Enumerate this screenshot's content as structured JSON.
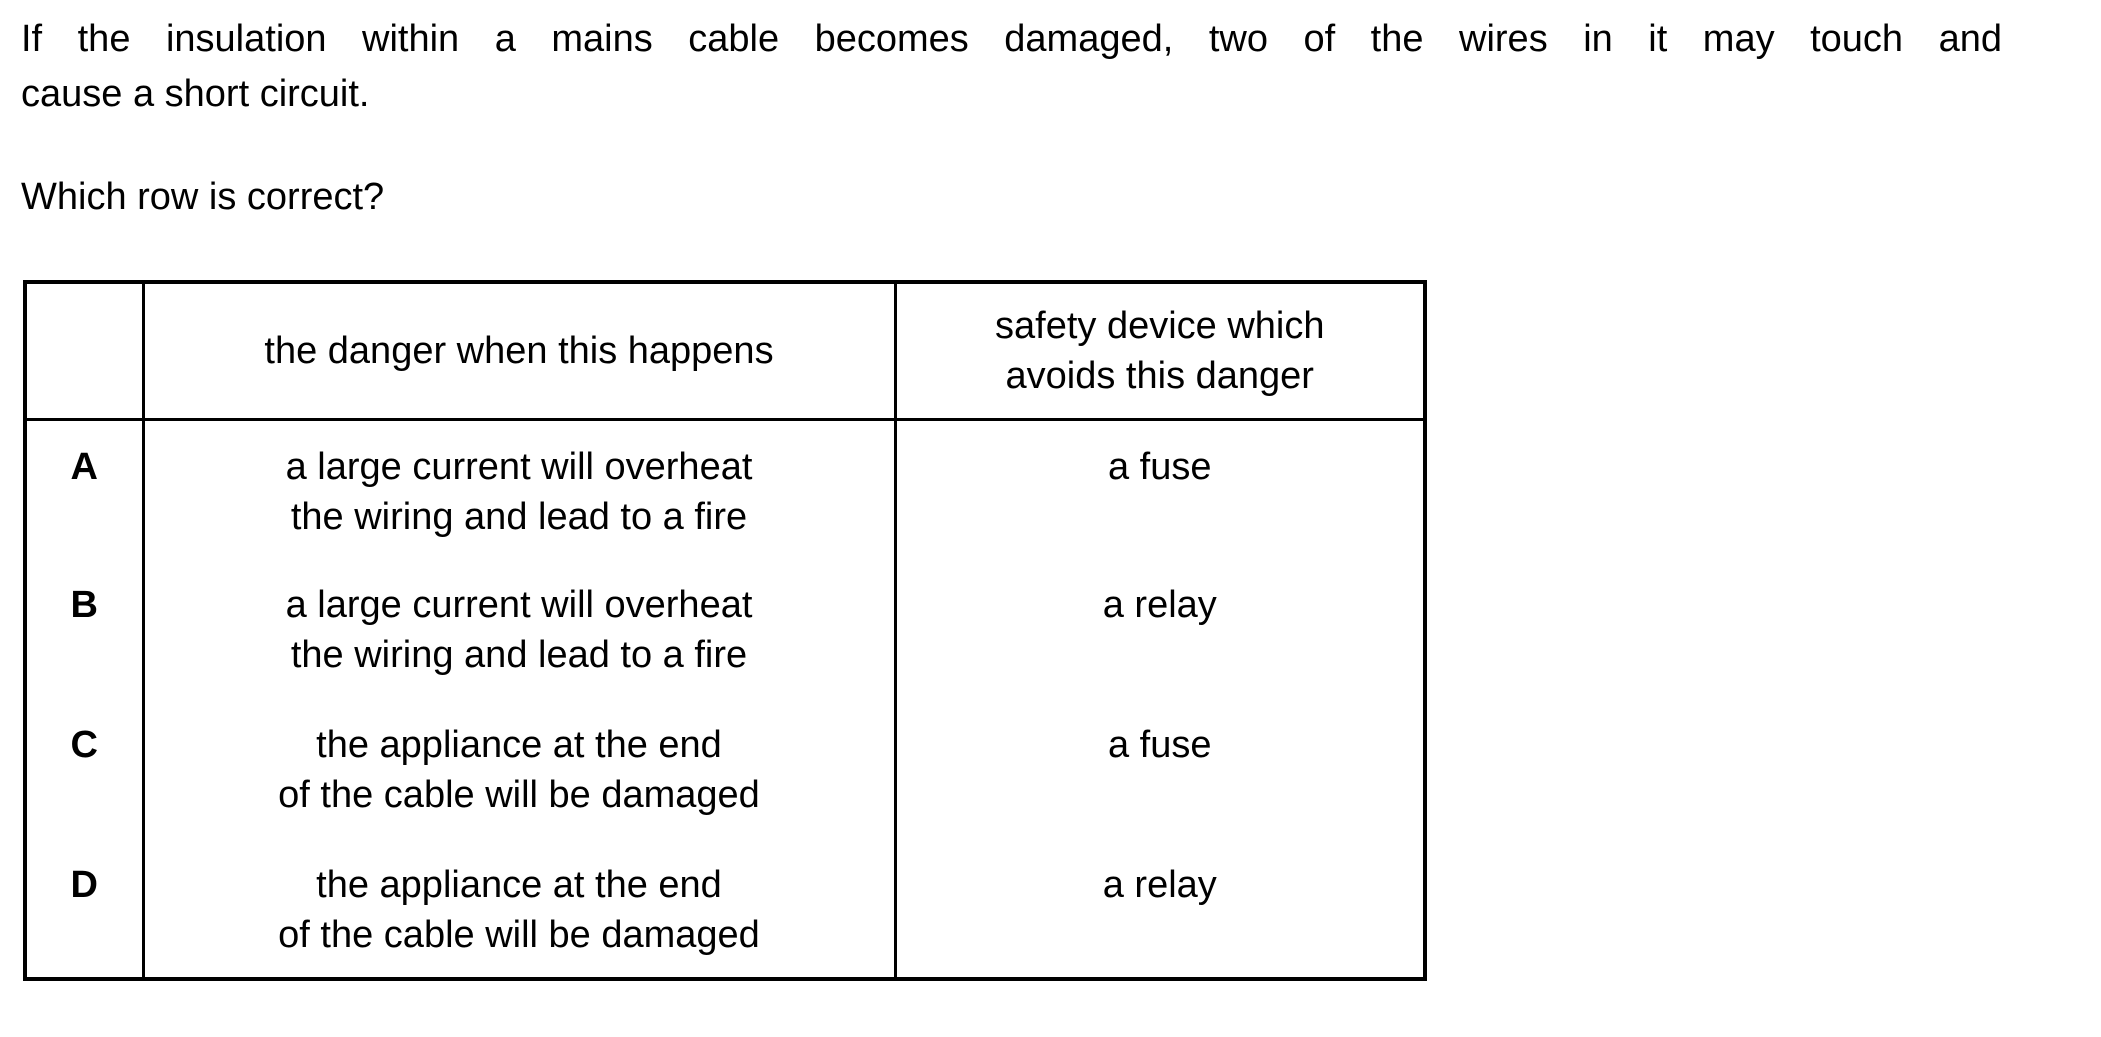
{
  "question": {
    "intro_lines": [
      "If the insulation within a mains cable becomes damaged, two of the wires in it may touch and",
      "cause a short circuit."
    ],
    "prompt": "Which row is correct?"
  },
  "table": {
    "headers": {
      "row_label": "",
      "danger": "the danger when this happens",
      "device": "safety device which\navoids this danger"
    },
    "rows": [
      {
        "label": "A",
        "danger": "a large current will overheat\nthe wiring and lead to a fire",
        "device": "a fuse"
      },
      {
        "label": "B",
        "danger": "a large current will overheat\nthe wiring and lead to a fire",
        "device": "a relay"
      },
      {
        "label": "C",
        "danger": "the appliance at the end\nof the cable will be damaged",
        "device": "a fuse"
      },
      {
        "label": "D",
        "danger": "the appliance at the end\nof the cable will be damaged",
        "device": "a relay"
      }
    ]
  },
  "colors": {
    "text": "#000000",
    "background": "#ffffff",
    "border": "#000000"
  }
}
